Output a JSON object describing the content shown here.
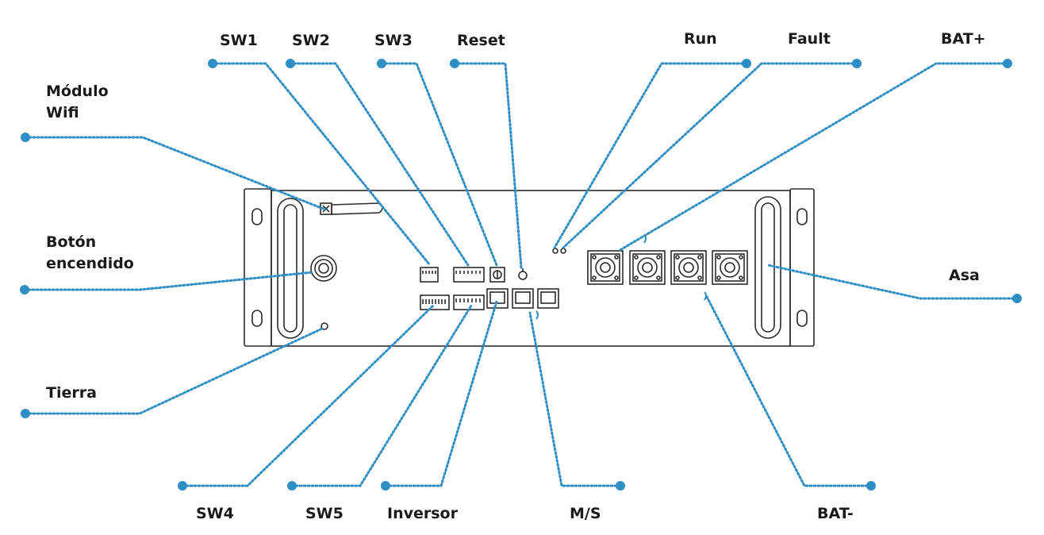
{
  "colors": {
    "leader": "#2f8fc4",
    "outline": "#2b2b2b",
    "label": "#1a1a1a"
  },
  "labels": {
    "sw1": "SW1",
    "sw2": "SW2",
    "sw3": "SW3",
    "reset": "Reset",
    "run": "Run",
    "fault": "Fault",
    "bat_plus": "BAT+",
    "wifi_line1": "Módulo",
    "wifi_line2": "Wifi",
    "power_line1": "Botón",
    "power_line2": "encendido",
    "asa": "Asa",
    "tierra": "Tierra",
    "sw4": "SW4",
    "sw5": "SW5",
    "inversor": "Inversor",
    "ms": "M/S",
    "bat_minus": "BAT-"
  }
}
